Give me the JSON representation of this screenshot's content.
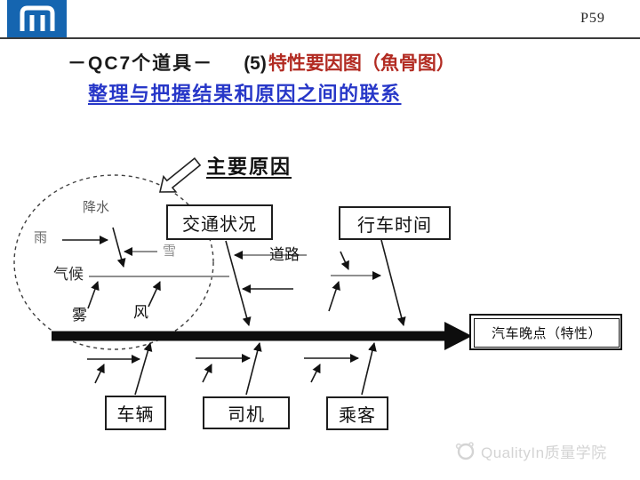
{
  "page": {
    "number": "P59"
  },
  "header": {
    "logo_color": "#1565b0"
  },
  "title": {
    "prefix": "－QC7个道具－",
    "index": "(5)",
    "highlight": "特性要因图（魚骨图）",
    "highlight_color": "#b22b22"
  },
  "subtitle": {
    "text": "整理与把握结果和原因之间的联系",
    "color": "#2737c8"
  },
  "diagram": {
    "type": "fishbone",
    "main_cause_label": "主要原因",
    "effect_box": "汽车晚点（特性）",
    "top_bones": [
      "交通状况",
      "行车时间"
    ],
    "bottom_bones": [
      "车辆",
      "司机",
      "乘客"
    ],
    "sub_labels": {
      "precipitation": "降水",
      "rain": "雨",
      "snow": "雪",
      "climate": "气候",
      "fog": "雾",
      "wind": "风",
      "road": "道路"
    }
  },
  "watermark": {
    "text": "QualityIn质量学院"
  }
}
